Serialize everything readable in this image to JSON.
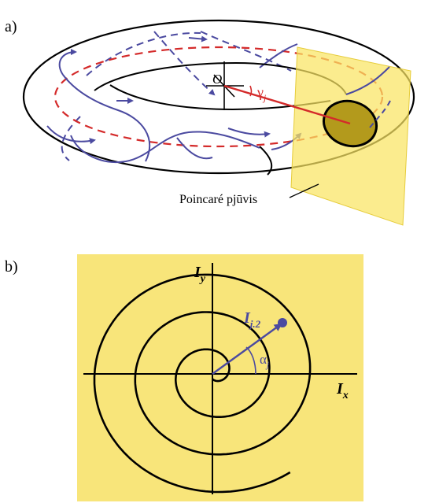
{
  "panel_a": {
    "label": "a)",
    "origin_label": "O",
    "angle_label": "γ",
    "angle_sub": "j",
    "section_caption": "Poincaré pjūvis"
  },
  "panel_b": {
    "label": "b)",
    "axis_y": "I",
    "axis_y_sub": "y",
    "axis_x": "I",
    "axis_x_sub": "x",
    "vector_label": "I",
    "vector_sub": "j.2",
    "angle_label": "α",
    "angle_sub": "j"
  },
  "colors": {
    "torus_line": "#000000",
    "trajectory": "#4b4aa0",
    "dashed_circle": "#d42a2a",
    "poincare_plane": "#f9e463",
    "section_disc": "#b39a1c",
    "panel_b_bg": "#f8e57a",
    "angle_red": "#d42a2a"
  }
}
